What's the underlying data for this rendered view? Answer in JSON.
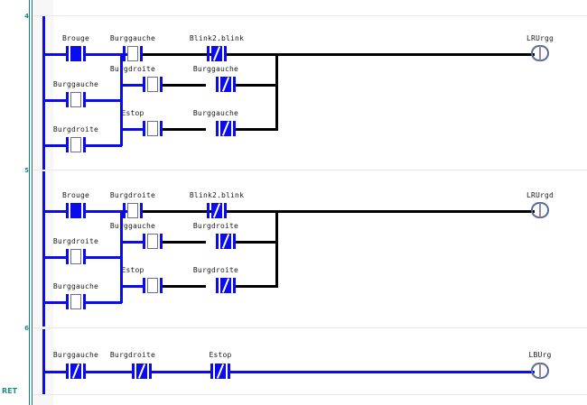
{
  "editor": {
    "kind": "plc-ladder-logic-editor",
    "return_label": "RET",
    "colors": {
      "powered_wire": "#0b0bef",
      "unpowered_wire": "#000000",
      "gutter_accent": "#1d8c86",
      "separator": "#e9e9e9",
      "background": "#ffffff"
    }
  },
  "rungs": [
    {
      "number": "4",
      "output_coil": {
        "label": "LRUrgg",
        "type": "coil",
        "energized": false
      },
      "branches": [
        {
          "index": 0,
          "contacts": [
            {
              "label": "Brouge",
              "type": "NO",
              "state": "on"
            },
            {
              "label": "Burggauche",
              "type": "NO",
              "state": "off"
            },
            {
              "label": "Blink2.blink",
              "type": "NC",
              "state": "on"
            }
          ]
        },
        {
          "index": 1,
          "contacts": [
            {
              "label": "Burggauche",
              "type": "NO",
              "state": "off"
            },
            {
              "label": "Burgdroite",
              "type": "NO",
              "state": "off"
            },
            {
              "label": "Burggauche",
              "type": "NC",
              "state": "on"
            }
          ]
        },
        {
          "index": 2,
          "contacts": [
            {
              "label": "Burgdroite",
              "type": "NO",
              "state": "off"
            },
            {
              "label": "Estop",
              "type": "NO",
              "state": "off"
            },
            {
              "label": "Burggauche",
              "type": "NC",
              "state": "on"
            }
          ]
        }
      ]
    },
    {
      "number": "5",
      "output_coil": {
        "label": "LRUrgd",
        "type": "coil",
        "energized": false
      },
      "branches": [
        {
          "index": 0,
          "contacts": [
            {
              "label": "Brouge",
              "type": "NO",
              "state": "on"
            },
            {
              "label": "Burgdroite",
              "type": "NO",
              "state": "off"
            },
            {
              "label": "Blink2.blink",
              "type": "NC",
              "state": "on"
            }
          ]
        },
        {
          "index": 1,
          "contacts": [
            {
              "label": "Burgdroite",
              "type": "NO",
              "state": "off"
            },
            {
              "label": "Burggauche",
              "type": "NO",
              "state": "off"
            },
            {
              "label": "Burgdroite",
              "type": "NC",
              "state": "on"
            }
          ]
        },
        {
          "index": 2,
          "contacts": [
            {
              "label": "Burggauche",
              "type": "NO",
              "state": "off"
            },
            {
              "label": "Estop",
              "type": "NO",
              "state": "off"
            },
            {
              "label": "Burgdroite",
              "type": "NC",
              "state": "on"
            }
          ]
        }
      ]
    },
    {
      "number": "6",
      "output_coil": {
        "label": "LBUrg",
        "type": "coil",
        "energized": true
      },
      "branches": [
        {
          "index": 0,
          "contacts": [
            {
              "label": "Burggauche",
              "type": "NC",
              "state": "on"
            },
            {
              "label": "Burgdroite",
              "type": "NC",
              "state": "on"
            },
            {
              "label": "Estop",
              "type": "NC",
              "state": "on"
            }
          ]
        }
      ]
    }
  ]
}
